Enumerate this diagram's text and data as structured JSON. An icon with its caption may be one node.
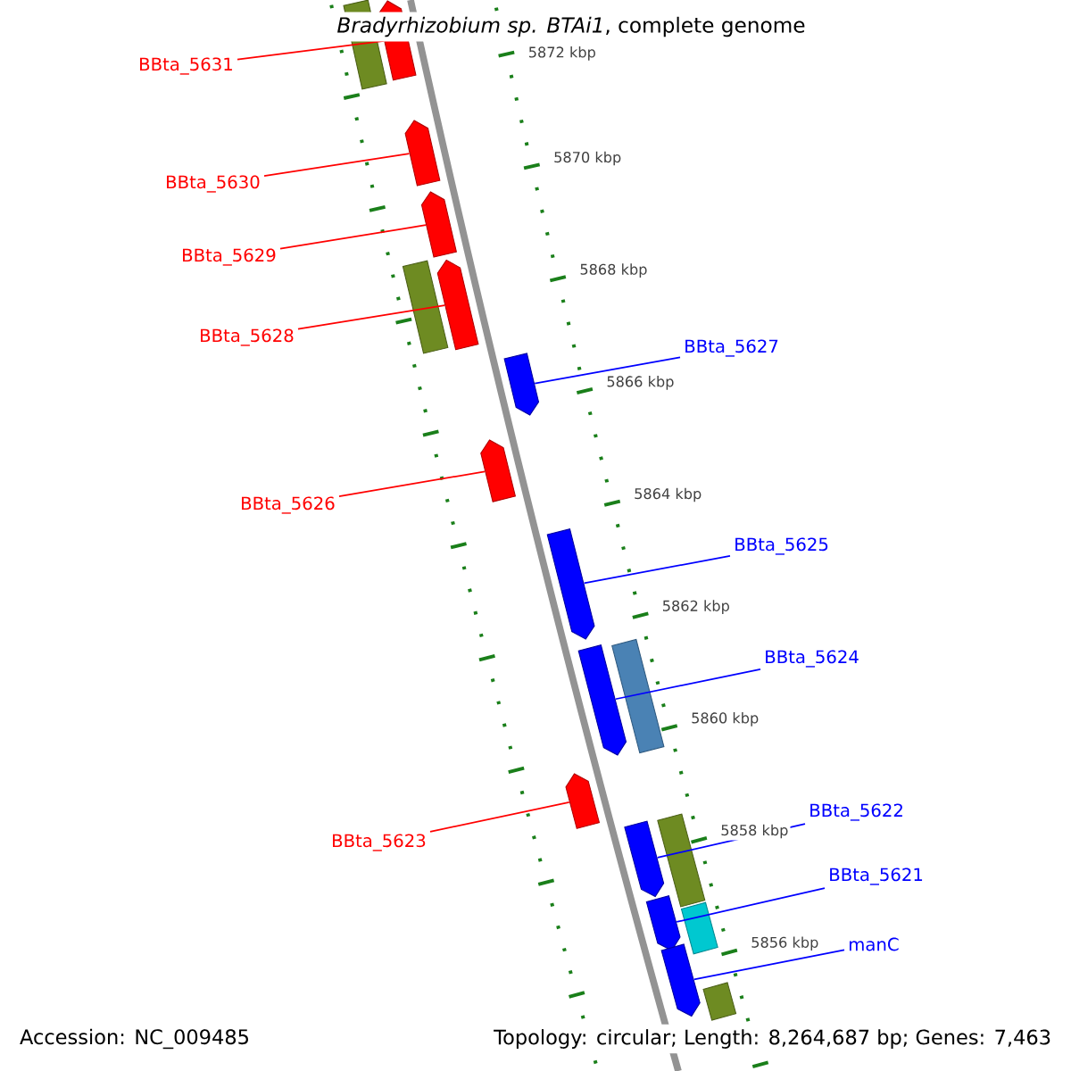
{
  "diagram": {
    "title": "*Bradyrhizobium sp. BTAi1*, complete genome",
    "nodes": [
      {
        "text": [
          "BBta_5631"
        ]
      },
      {
        "text": [
          "BBta_5630"
        ]
      },
      {
        "text": [
          "BBta_5629"
        ]
      },
      {
        "text": [
          "BBta_5628"
        ]
      },
      {
        "text": [
          "BBta_5627"
        ]
      },
      {
        "text": [
          "BBta_5626"
        ]
      },
      {
        "text": [
          "BBta_5625"
        ]
      },
      {
        "text": [
          "BBta_5624"
        ]
      },
      {
        "text": [
          "BBta_5623"
        ]
      },
      {
        "text": [
          "BBta_5622"
        ]
      },
      {
        "text": [
          "BBta_5621"
        ]
      },
      {
        "text": [
          "manC"
        ]
      },
      {
        "text": [],
        "shape": "arrow"
      },
      {
        "text": [],
        "shape": "arrow"
      },
      {
        "text": [],
        "shape": "arrow"
      },
      {
        "text": [],
        "shape": "arrow"
      },
      {
        "text": [],
        "shape": "arrow"
      },
      {
        "text": [],
        "shape": "arrow"
      },
      {
        "text": [],
        "shape": "arrow"
      },
      {
        "text": [],
        "shape": "arrow"
      },
      {
        "text": [],
        "shape": "arrow"
      },
      {
        "text": [],
        "shape": "arrow"
      },
      {
        "text": [],
        "shape": "arrow"
      },
      {
        "text": [],
        "shape": "arrow"
      },
      {
        "text": [],
        "shape": "box"
      },
      {
        "text": [],
        "shape": "box"
      },
      {
        "text": [],
        "shape": "box"
      },
      {
        "text": [],
        "shape": "box"
      },
      {
        "text": [],
        "shape": "box"
      },
      {
        "text": [],
        "shape": "box"
      }
    ],
    "edges": [
      {
        "from": 0,
        "to": 12,
        "arrow": "none",
        "color": "#ff0000"
      },
      {
        "from": 1,
        "to": 13,
        "arrow": "none",
        "color": "#ff0000"
      },
      {
        "from": 2,
        "to": 14,
        "arrow": "none",
        "color": "#ff0000"
      },
      {
        "from": 3,
        "to": 15,
        "arrow": "none",
        "color": "#ff0000"
      },
      {
        "from": 4,
        "to": 16,
        "arrow": "none",
        "color": "#0000ff"
      },
      {
        "from": 5,
        "to": 17,
        "arrow": "none",
        "color": "#ff0000"
      },
      {
        "from": 6,
        "to": 18,
        "arrow": "none",
        "color": "#0000ff"
      },
      {
        "from": 7,
        "to": 19,
        "arrow": "none",
        "color": "#0000ff"
      },
      {
        "from": 8,
        "to": 20,
        "arrow": "none",
        "color": "#ff0000"
      },
      {
        "from": 9,
        "to": 21,
        "arrow": "none",
        "color": "#0000ff"
      },
      {
        "from": 10,
        "to": 22,
        "arrow": "none",
        "color": "#0000ff"
      },
      {
        "from": 11,
        "to": 23,
        "arrow": "none",
        "color": "#0000ff"
      }
    ],
    "labels": [
      "5872 kbp",
      "5870 kbp",
      "5868 kbp",
      "5866 kbp",
      "5864 kbp",
      "5862 kbp",
      "5860 kbp",
      "5858 kbp",
      "5856 kbp",
      "Accession: NC_009485",
      "Topology: circular; Length: 8,264,687 bp; Genes: 7,463"
    ]
  }
}
